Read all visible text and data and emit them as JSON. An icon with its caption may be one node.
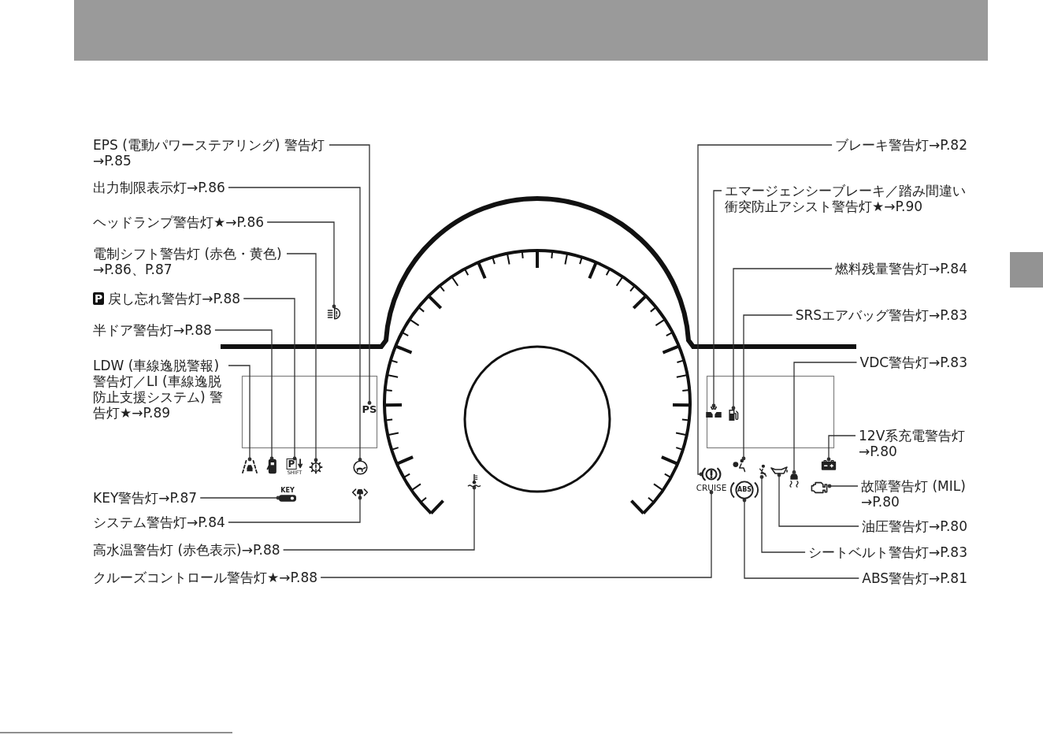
{
  "diagram": {
    "nodes": [
      {
        "text": [
          "EPS (電動パワーステアリング) 警告灯→P.85"
        ]
      },
      {
        "text": [
          "出力制限表示灯→P.86"
        ]
      },
      {
        "text": [
          "ヘッドランプ警告灯★→P.86"
        ]
      },
      {
        "text": [
          "電制シフト警告灯 (赤色・黄色) →P.86、P.87"
        ]
      },
      {
        "text": [
          "P",
          "戻し忘れ警告灯→P.88"
        ]
      },
      {
        "text": [
          "半ドア警告灯→P.88"
        ]
      },
      {
        "text": [
          "LDW (車線逸脱警報)警告灯／LI (車線逸脱防止支援システム) 警告灯★→P.89"
        ]
      },
      {
        "text": [
          "KEY警告灯→P.87"
        ]
      },
      {
        "text": [
          "システム警告灯→P.84"
        ]
      },
      {
        "text": [
          "高水温警告灯 (赤色表示)→P.88"
        ]
      },
      {
        "text": [
          "クルーズコントロール警告灯★→P.88"
        ]
      },
      {
        "text": [
          "ブレーキ警告灯→P.82"
        ]
      },
      {
        "text": [
          "エマージェンシーブレーキ／踏み間違い衝突防止アシスト警告灯★→P.90"
        ]
      },
      {
        "text": [
          "燃料残量警告灯→P.84"
        ]
      },
      {
        "text": [
          "SRSエアバッグ警告灯→P.83"
        ]
      },
      {
        "text": [
          "VDC警告灯→P.83"
        ]
      },
      {
        "text": [
          "12V系充電警告灯→P.80"
        ]
      },
      {
        "text": [
          "故障警告灯 (MIL) →P.80"
        ]
      },
      {
        "text": [
          "油圧警告灯→P.80"
        ]
      },
      {
        "text": [
          "シートベルト警告灯→P.83"
        ]
      },
      {
        "text": [
          "ABS警告灯→P.81"
        ]
      },
      {
        "text": [],
        "shape": "picture"
      },
      {
        "text": [
          "PS"
        ]
      },
      {
        "text": [],
        "shape": "picture"
      },
      {
        "text": [],
        "shape": "picture"
      },
      {
        "text": [],
        "shape": "picture"
      },
      {
        "text": [],
        "shape": "picture"
      },
      {
        "text": [
          "P",
          "SHIFT"
        ]
      },
      {
        "text": [],
        "shape": "picture"
      },
      {
        "text": [],
        "shape": "picture"
      },
      {
        "text": [],
        "shape": "picture"
      },
      {
        "text": [],
        "shape": "picture"
      },
      {
        "text": [],
        "shape": "picture"
      },
      {
        "text": [],
        "shape": "picture"
      },
      {
        "text": [],
        "shape": "picture"
      },
      {
        "text": [],
        "shape": "picture"
      },
      {
        "text": [
          "KEY"
        ]
      },
      {
        "text": [],
        "shape": "picture"
      },
      {
        "text": [],
        "shape": "picture"
      },
      {
        "text": [
          "CRUISE"
        ]
      },
      {
        "text": [
          "ABS"
        ]
      },
      {
        "text": [],
        "shape": "picture"
      }
    ],
    "edges": [
      {
        "from": 0,
        "to": 22,
        "arrow": "other"
      },
      {
        "from": 1,
        "to": 29,
        "arrow": "other"
      },
      {
        "from": 2,
        "to": 21,
        "arrow": "other"
      },
      {
        "from": 3,
        "to": 28,
        "arrow": "other"
      },
      {
        "from": 4,
        "to": 27,
        "arrow": "other"
      },
      {
        "from": 5,
        "to": 26,
        "arrow": "other"
      },
      {
        "from": 6,
        "to": 25,
        "arrow": "other"
      },
      {
        "from": 7,
        "to": 36,
        "arrow": "other"
      },
      {
        "from": 8,
        "to": 37,
        "arrow": "other"
      },
      {
        "from": 9,
        "to": 38,
        "arrow": "other"
      },
      {
        "from": 10,
        "to": 39,
        "arrow": "other"
      },
      {
        "from": 11,
        "to": 30,
        "arrow": "other"
      },
      {
        "from": 12,
        "to": 23,
        "arrow": "other"
      },
      {
        "from": 13,
        "to": 24,
        "arrow": "other"
      },
      {
        "from": 14,
        "to": 31,
        "arrow": "other"
      },
      {
        "from": 15,
        "to": 34,
        "arrow": "other"
      },
      {
        "from": 16,
        "to": 35,
        "arrow": "other"
      },
      {
        "from": 17,
        "to": 41,
        "arrow": "other"
      },
      {
        "from": 18,
        "to": 33,
        "arrow": "other"
      },
      {
        "from": 19,
        "to": 32,
        "arrow": "other"
      },
      {
        "from": 20,
        "to": 40,
        "arrow": "other"
      }
    ]
  }
}
